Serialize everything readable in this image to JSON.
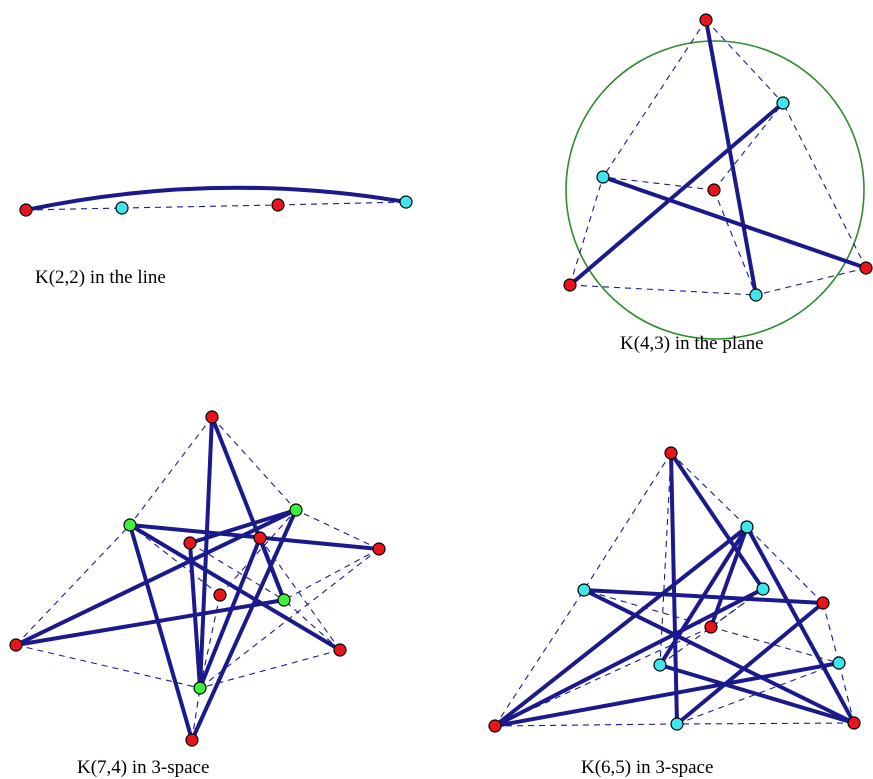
{
  "colors": {
    "edge": "#1a1a8c",
    "red_vertex": "#e8141c",
    "cyan_vertex": "#3ee6ee",
    "green_vertex": "#3cf23c",
    "circle": "#2e8b2e"
  },
  "panels": [
    {
      "id": "k22",
      "caption": "K(2,2) in the line"
    },
    {
      "id": "k43",
      "caption": "K(4,3) in the plane"
    },
    {
      "id": "k74",
      "caption": "K(7,4) in 3-space"
    },
    {
      "id": "k65",
      "caption": "K(6,5) in 3-space"
    }
  ]
}
